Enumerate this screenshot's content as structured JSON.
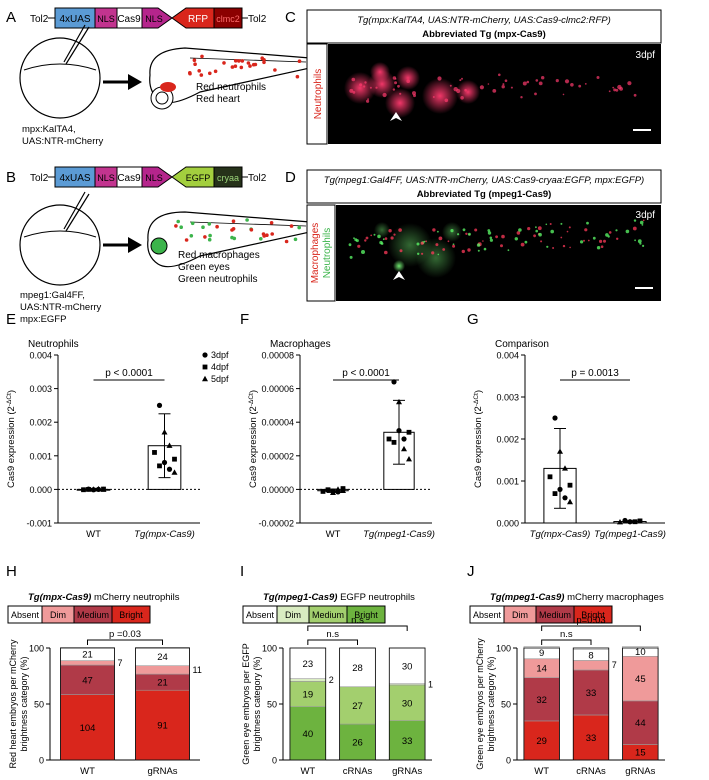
{
  "panel_letters": {
    "A": "A",
    "B": "B",
    "C": "C",
    "D": "D",
    "E": "E",
    "F": "F",
    "G": "G",
    "H": "H",
    "I": "I",
    "J": "J"
  },
  "construct_A": {
    "tol2_left": "Tol2",
    "uas": "4xUAS",
    "nls1": "NLS",
    "cas9": "Cas9",
    "nls2": "NLS",
    "rfp": "RFP",
    "clmc2": "clmc2",
    "tol2_right": "Tol2"
  },
  "construct_B": {
    "tol2_left": "Tol2",
    "uas": "4xUAS",
    "nls1": "NLS",
    "cas9": "Cas9",
    "nls2": "NLS",
    "egfp": "EGFP",
    "cryaa": "cryaa",
    "tol2_right": "Tol2"
  },
  "schematic_A": {
    "injected_line1": "mpx:KalTA4,",
    "injected_line2": "UAS:NTR-mCherry",
    "result1": "Red neutrophils",
    "result2": "Red heart"
  },
  "schematic_B": {
    "injected_line1": "mpeg1:Gal4FF,",
    "injected_line2": "UAS:NTR-mCherry",
    "injected_line3": "mpx:EGFP",
    "result1": "Red macrophages",
    "result2": "Green eyes",
    "result3": "Green neutrophils"
  },
  "image_C": {
    "title_line1": "Tg(mpx:KalTA4, UAS:NTR-mCherry, UAS:Cas9-clmc2:RFP)",
    "title_line2": "Abbreviated Tg (mpx-Cas9)",
    "side_label": "Neutrophils",
    "stage": "3dpf"
  },
  "image_D": {
    "title_line1": "Tg(mpeg1:Gal4FF, UAS:NTR-mCherry, UAS:Cas9-cryaa:EGFP, mpx:EGFP)",
    "title_line2": "Abbreviated Tg (mpeg1-Cas9)",
    "side_label1": "Macrophages",
    "side_label2": "Neutrophils",
    "stage": "3dpf"
  },
  "colors": {
    "red": "#d9261c",
    "pink": "#ef9a9a",
    "maroon": "#b03a48",
    "green_light": "#d9ecc1",
    "green_mid": "#a3cf6e",
    "green_dark": "#6db33f",
    "uas_blue": "#5b9bd5",
    "nls_magenta": "#b5258c",
    "cryaa_dark": "#26321a",
    "clmc2_dark": "#8b0000"
  },
  "chart_data": [
    {
      "type": "scatter",
      "panel": "E",
      "title": "Neutrophils",
      "ylabel": "Cas9 expression (2^-ΔCt)",
      "ylabel_main": "Cas9 expression (2",
      "ylabel_sup": "-ΔCt",
      "ylabel_end": ")",
      "ylim": [
        -0.001,
        0.004
      ],
      "yticks": [
        "-0.001",
        "0.000",
        "0.001",
        "0.002",
        "0.003",
        "0.004"
      ],
      "categories": [
        "WT",
        "Tg(mpx-Cas9)"
      ],
      "bar_means": [
        0.0,
        0.0013
      ],
      "bar_sd": [
        3e-05,
        0.00095
      ],
      "significance": "p < 0.0001",
      "legend": [
        "3dpf",
        "4dpf",
        "5dpf"
      ],
      "points": [
        {
          "cat": 0,
          "y": 1e-05,
          "shape": "circle"
        },
        {
          "cat": 0,
          "y": -1e-05,
          "shape": "circle"
        },
        {
          "cat": 0,
          "y": 0.0,
          "shape": "circle"
        },
        {
          "cat": 0,
          "y": 1e-05,
          "shape": "square"
        },
        {
          "cat": 0,
          "y": -1e-05,
          "shape": "square"
        },
        {
          "cat": 0,
          "y": 0.0,
          "shape": "square"
        },
        {
          "cat": 0,
          "y": 0.0,
          "shape": "triangle"
        },
        {
          "cat": 0,
          "y": 1e-05,
          "shape": "triangle"
        },
        {
          "cat": 0,
          "y": -1e-05,
          "shape": "triangle"
        },
        {
          "cat": 1,
          "y": 0.0025,
          "shape": "circle"
        },
        {
          "cat": 1,
          "y": 0.0008,
          "shape": "circle"
        },
        {
          "cat": 1,
          "y": 0.0006,
          "shape": "circle"
        },
        {
          "cat": 1,
          "y": 0.0009,
          "shape": "square"
        },
        {
          "cat": 1,
          "y": 0.0011,
          "shape": "square"
        },
        {
          "cat": 1,
          "y": 0.0007,
          "shape": "square"
        },
        {
          "cat": 1,
          "y": 0.0017,
          "shape": "triangle"
        },
        {
          "cat": 1,
          "y": 0.0013,
          "shape": "triangle"
        },
        {
          "cat": 1,
          "y": 0.0005,
          "shape": "triangle"
        }
      ]
    },
    {
      "type": "scatter",
      "panel": "F",
      "title": "Macrophages",
      "ylabel": "Cas9 expression (2^-ΔCt)",
      "ylabel_main": "Cas9 expression (2",
      "ylabel_sup": "-ΔCt",
      "ylabel_end": ")",
      "ylim": [
        -2e-05,
        8e-05
      ],
      "yticks": [
        "-0.00002",
        "0.00000",
        "0.00002",
        "0.00004",
        "0.00006",
        "0.00008"
      ],
      "categories": [
        "WT",
        "Tg(mpeg1-Cas9)"
      ],
      "bar_means": [
        -8e-07,
        3.4e-05
      ],
      "bar_sd": [
        1e-06,
        1.9e-05
      ],
      "significance": "p < 0.0001",
      "points": [
        {
          "cat": 0,
          "y": -5e-07,
          "shape": "circle"
        },
        {
          "cat": 0,
          "y": -1e-06,
          "shape": "circle"
        },
        {
          "cat": 0,
          "y": -1.5e-06,
          "shape": "circle"
        },
        {
          "cat": 0,
          "y": 5e-07,
          "shape": "square"
        },
        {
          "cat": 0,
          "y": -1.2e-06,
          "shape": "square"
        },
        {
          "cat": 0,
          "y": -2e-07,
          "shape": "square"
        },
        {
          "cat": 0,
          "y": -2e-06,
          "shape": "triangle"
        },
        {
          "cat": 0,
          "y": 0.0,
          "shape": "triangle"
        },
        {
          "cat": 0,
          "y": -8e-07,
          "shape": "triangle"
        },
        {
          "cat": 1,
          "y": 6.4e-05,
          "shape": "circle"
        },
        {
          "cat": 1,
          "y": 3.5e-05,
          "shape": "circle"
        },
        {
          "cat": 1,
          "y": 3e-05,
          "shape": "circle"
        },
        {
          "cat": 1,
          "y": 3.4e-05,
          "shape": "square"
        },
        {
          "cat": 1,
          "y": 3e-05,
          "shape": "square"
        },
        {
          "cat": 1,
          "y": 2.8e-05,
          "shape": "square"
        },
        {
          "cat": 1,
          "y": 5.2e-05,
          "shape": "triangle"
        },
        {
          "cat": 1,
          "y": 2.4e-05,
          "shape": "triangle"
        },
        {
          "cat": 1,
          "y": 1.8e-05,
          "shape": "triangle"
        }
      ]
    },
    {
      "type": "scatter",
      "panel": "G",
      "title": "Comparison",
      "ylabel": "Cas9 expression (2^-ΔCt)",
      "ylabel_main": "Cas9 expression (2",
      "ylabel_sup": "-ΔCt",
      "ylabel_end": ")",
      "ylim": [
        0,
        0.004
      ],
      "yticks": [
        "0.000",
        "0.001",
        "0.002",
        "0.003",
        "0.004"
      ],
      "categories": [
        "Tg(mpx-Cas9)",
        "Tg(mpeg1-Cas9)"
      ],
      "bar_means": [
        0.0013,
        3.5e-05
      ],
      "bar_sd": [
        0.00095,
        2e-05
      ],
      "significance": "p = 0.0013",
      "points": [
        {
          "cat": 0,
          "y": 0.0025,
          "shape": "circle"
        },
        {
          "cat": 0,
          "y": 0.0008,
          "shape": "circle"
        },
        {
          "cat": 0,
          "y": 0.0006,
          "shape": "circle"
        },
        {
          "cat": 0,
          "y": 0.0009,
          "shape": "square"
        },
        {
          "cat": 0,
          "y": 0.0011,
          "shape": "square"
        },
        {
          "cat": 0,
          "y": 0.0007,
          "shape": "square"
        },
        {
          "cat": 0,
          "y": 0.0017,
          "shape": "triangle"
        },
        {
          "cat": 0,
          "y": 0.0013,
          "shape": "triangle"
        },
        {
          "cat": 0,
          "y": 0.0005,
          "shape": "triangle"
        },
        {
          "cat": 1,
          "y": 6e-05,
          "shape": "circle"
        },
        {
          "cat": 1,
          "y": 3e-05,
          "shape": "circle"
        },
        {
          "cat": 1,
          "y": 3e-05,
          "shape": "square"
        },
        {
          "cat": 1,
          "y": 5e-05,
          "shape": "square"
        },
        {
          "cat": 1,
          "y": 2e-05,
          "shape": "triangle"
        },
        {
          "cat": 1,
          "y": 4e-05,
          "shape": "triangle"
        }
      ]
    },
    {
      "type": "bar",
      "stacked": true,
      "panel": "H",
      "title_italic": "Tg(mpx-Cas9)",
      "title_rest": " mCherry neutrophils",
      "ylabel_lines": [
        "Red heart embryos per mCherry",
        "brightness category (%)"
      ],
      "ylim": [
        0,
        100
      ],
      "yticks": [
        "0",
        "50",
        "100"
      ],
      "categories": [
        "WT",
        "gRNAs"
      ],
      "legend": [
        "Absent",
        "Dim",
        "Medium",
        "Bright"
      ],
      "series": [
        {
          "name": "Bright",
          "values": [
            104,
            91
          ],
          "pct": [
            58.4,
            62.3
          ]
        },
        {
          "name": "Medium",
          "values": [
            47,
            21
          ],
          "pct": [
            26.4,
            14.4
          ]
        },
        {
          "name": "Dim",
          "values": [
            7,
            11
          ],
          "pct": [
            3.9,
            7.5
          ]
        },
        {
          "name": "Absent",
          "values": [
            21,
            24
          ],
          "pct": [
            11.8,
            16.4
          ]
        }
      ],
      "significance": [
        {
          "label": "p =0.03",
          "from": 0,
          "to": 1,
          "level": 0
        }
      ]
    },
    {
      "type": "bar",
      "stacked": true,
      "panel": "I",
      "title_italic": "Tg(mpeg1-Cas9)",
      "title_rest": " EGFP neutrophils",
      "ylabel_lines": [
        "Green eye embryos per EGFP",
        "brightness category (%)"
      ],
      "ylim": [
        0,
        100
      ],
      "yticks": [
        "0",
        "50",
        "100"
      ],
      "categories": [
        "WT",
        "cRNAs",
        "gRNAs"
      ],
      "legend": [
        "Absent",
        "Dim",
        "Medium",
        "Bright"
      ],
      "series": [
        {
          "name": "Bright",
          "values": [
            40,
            26,
            33
          ],
          "pct": [
            47.6,
            32.1,
            35.1
          ]
        },
        {
          "name": "Medium",
          "values": [
            19,
            27,
            30
          ],
          "pct": [
            22.6,
            33.3,
            31.9
          ]
        },
        {
          "name": "Dim",
          "values": [
            2,
            0,
            1
          ],
          "pct": [
            2.4,
            0,
            1.1
          ]
        },
        {
          "name": "Absent",
          "values": [
            23,
            28,
            30
          ],
          "pct": [
            27.4,
            34.6,
            31.9
          ]
        }
      ],
      "significance": [
        {
          "label": "n.s",
          "from": 0,
          "to": 1,
          "level": 0
        },
        {
          "label": "n.s",
          "from": 0,
          "to": 2,
          "level": 1
        }
      ]
    },
    {
      "type": "bar",
      "stacked": true,
      "panel": "J",
      "title_italic": "Tg(mpeg1-Cas9)",
      "title_rest": " mCherry macrophages",
      "ylabel_lines": [
        "Green eye embryos per mCherry",
        "brightness category (%)"
      ],
      "ylim": [
        0,
        100
      ],
      "yticks": [
        "0",
        "50",
        "100"
      ],
      "categories": [
        "WT",
        "cRNAs",
        "gRNAs"
      ],
      "legend": [
        "Absent",
        "Dim",
        "Medium",
        "Bright"
      ],
      "series": [
        {
          "name": "Bright",
          "values": [
            29,
            33,
            15
          ],
          "pct": [
            34.9,
            40.2,
            13.9
          ]
        },
        {
          "name": "Medium",
          "values": [
            32,
            33,
            44
          ],
          "pct": [
            38.6,
            40.2,
            38.9
          ]
        },
        {
          "name": "Dim",
          "values": [
            14,
            7,
            45
          ],
          "pct": [
            16.9,
            8.5,
            39.8
          ]
        },
        {
          "name": "Absent",
          "values": [
            9,
            8,
            10
          ],
          "pct": [
            10.8,
            9.8,
            8.8
          ]
        }
      ],
      "significance": [
        {
          "label": "n.s",
          "from": 0,
          "to": 1,
          "level": 0
        },
        {
          "label": "p=0.03",
          "from": 0,
          "to": 2,
          "level": 1
        }
      ]
    }
  ]
}
